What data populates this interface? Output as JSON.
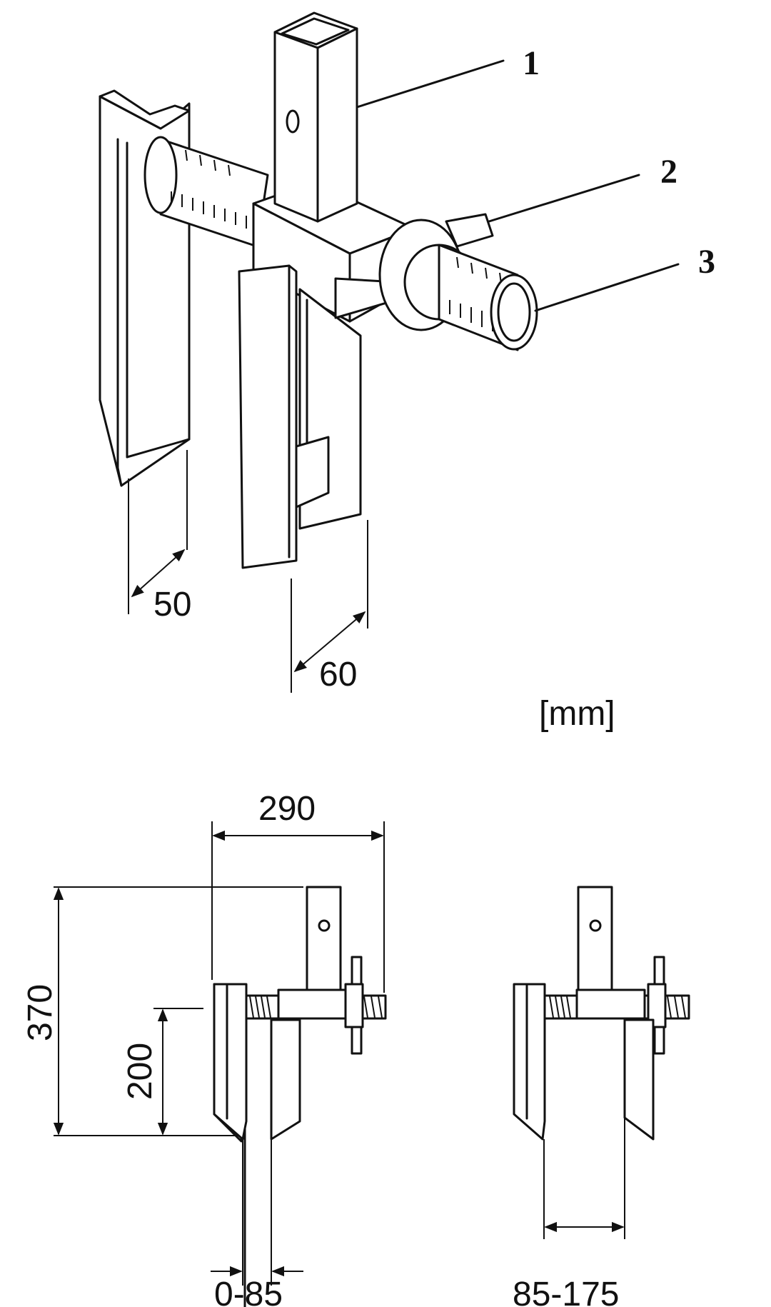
{
  "callouts": {
    "c1": "1",
    "c2": "2",
    "c3": "3"
  },
  "dimensions": {
    "d50": "50",
    "d60": "60",
    "unit": "[mm]",
    "d290": "290",
    "d370": "370",
    "d200": "200",
    "d0_85": "0-85",
    "d85_175": "85-175"
  }
}
